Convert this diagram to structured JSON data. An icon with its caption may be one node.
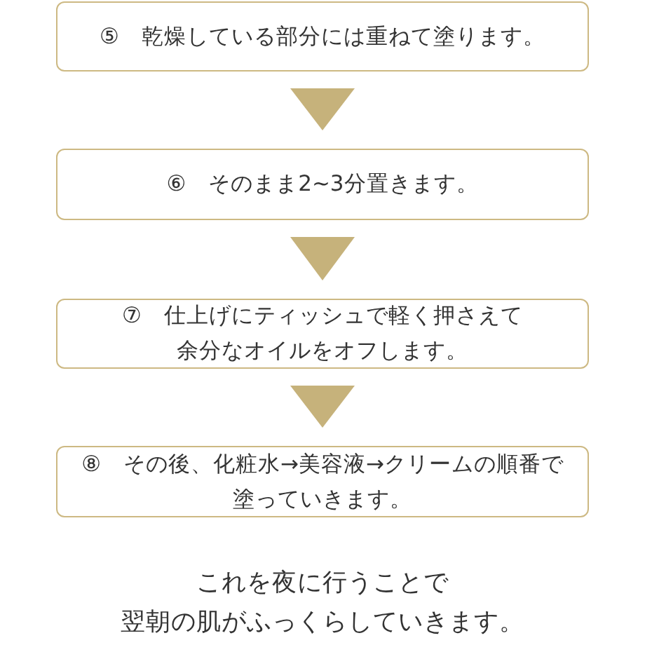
{
  "diagram": {
    "nodes": [
      {
        "text": [
          "⑤　乾燥している部分には重ねて塗ります。"
        ]
      },
      {
        "text": [
          "⑥　そのまま2~3分置きます。"
        ]
      },
      {
        "text": [
          "⑦　仕上げにティッシュで軽く押さえて余分なオイルをオフします。"
        ]
      },
      {
        "text": [
          "⑧　その後、化粧水→美容液→クリームの順番で塗っていきます。"
        ]
      }
    ],
    "edges": [
      {
        "from": 0,
        "to": 1,
        "arrow": "to"
      },
      {
        "from": 1,
        "to": 2,
        "arrow": "to"
      },
      {
        "from": 2,
        "to": 3,
        "arrow": "to"
      }
    ],
    "caption": "これを夜に行うことで翌朝の肌がふっくらしていきます。"
  }
}
